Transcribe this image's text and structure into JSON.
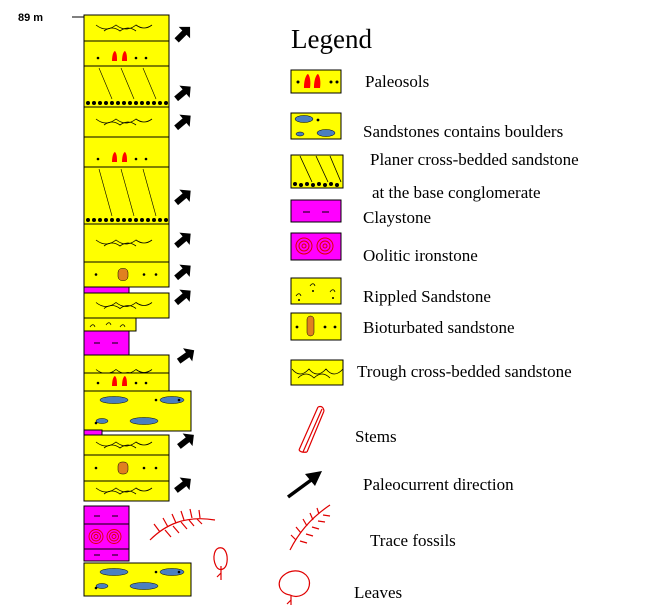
{
  "depth_label": "89 m",
  "legend": {
    "title": "Legend",
    "items": [
      {
        "key": "paleosols",
        "label": "Paleosols",
        "fill": "#ffff00"
      },
      {
        "key": "boulders",
        "label": "Sandstones contains boulders",
        "fill": "#ffff00"
      },
      {
        "key": "planer",
        "label": "Planer cross-bedded sandstone",
        "label2": "at the base conglomerate",
        "fill": "#ffff00"
      },
      {
        "key": "claystone",
        "label": "Claystone",
        "fill": "#ff00ff"
      },
      {
        "key": "oolitic",
        "label": "Oolitic ironstone",
        "fill": "#ff00ff"
      },
      {
        "key": "rippled",
        "label": "Rippled Sandstone",
        "fill": "#ffff00"
      },
      {
        "key": "bioturbated",
        "label": "Bioturbated sandstone",
        "fill": "#ffff00"
      },
      {
        "key": "trough",
        "label": "Trough cross-bedded sandstone",
        "fill": "#ffff00"
      },
      {
        "key": "stems",
        "label": "Stems",
        "fill": "#ff0000"
      },
      {
        "key": "paleocurrent",
        "label": "Paleocurrent direction",
        "fill": "#000000"
      },
      {
        "key": "trace",
        "label": "Trace fossils",
        "fill": "#ff0000"
      },
      {
        "key": "leaves",
        "label": "Leaves",
        "fill": "#ff0000"
      }
    ]
  },
  "colors": {
    "sandstone": "#ffff00",
    "claystone": "#ff00ff",
    "paleosol_mark": "#ff0000",
    "boulder": "#4a7fc0",
    "burrow": "#e08020"
  },
  "column_beds": [
    {
      "pattern": "trough"
    },
    {
      "pattern": "paleosols"
    },
    {
      "pattern": "planer"
    },
    {
      "pattern": "trough"
    },
    {
      "pattern": "paleosols"
    },
    {
      "pattern": "planer"
    },
    {
      "pattern": "trough"
    },
    {
      "pattern": "bioturbated"
    },
    {
      "pattern": "claystone"
    },
    {
      "pattern": "trough"
    },
    {
      "pattern": "rippled"
    },
    {
      "pattern": "claystone"
    },
    {
      "pattern": "trough"
    },
    {
      "pattern": "paleosols"
    },
    {
      "pattern": "boulders"
    },
    {
      "pattern": "claystone"
    },
    {
      "pattern": "trough"
    },
    {
      "pattern": "bioturbated"
    },
    {
      "pattern": "trough"
    },
    {
      "pattern": "claystone"
    },
    {
      "pattern": "oolitic"
    },
    {
      "pattern": "claystone"
    },
    {
      "pattern": "boulders"
    }
  ]
}
